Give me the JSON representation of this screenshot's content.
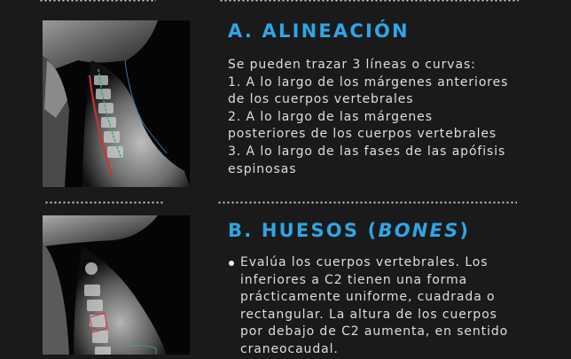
{
  "separators": {
    "top_left": "dotted-divider",
    "top_right": "dotted-divider",
    "middle_left": "dotted-divider",
    "middle_right": "dotted-divider"
  },
  "colors": {
    "background": "#1a1a1a",
    "heading": "#2ea6e6",
    "text": "#dedede",
    "line_anterior": "#d33030",
    "line_posterior": "#2fb070",
    "line_spinous": "#3a6fb0",
    "box_vertebra": "#d04050",
    "box_c2": "#4aa39a"
  },
  "section_a": {
    "title": "A. ALINEACIÓN",
    "image_label": "lateral cervical x-ray with alignment lines",
    "lines": [
      "Se pueden trazar 3 líneas o curvas:",
      "1. A lo largo de los márgenes anteriores",
      "de los cuerpos vertebrales",
      "2. A lo largo de las márgenes",
      "posteriores de los cuerpos vertebrales",
      "3. A lo largo de las fases de las apófisis",
      "espinosas"
    ]
  },
  "section_b": {
    "title_prefix": "B. HUESOS (",
    "title_italic": "BONES",
    "title_suffix": ")",
    "image_label": "lateral cervical x-ray with vertebral body outlined",
    "bullets": [
      {
        "lines": [
          "Evalúa los cuerpos vertebrales. Los",
          "inferiores a C2 tienen una forma",
          "prácticamente uniforme, cuadrada o",
          "rectangular. La altura de los cuerpos",
          "por debajo de C2 aumenta, en sentido",
          "craneocaudal."
        ]
      }
    ]
  }
}
